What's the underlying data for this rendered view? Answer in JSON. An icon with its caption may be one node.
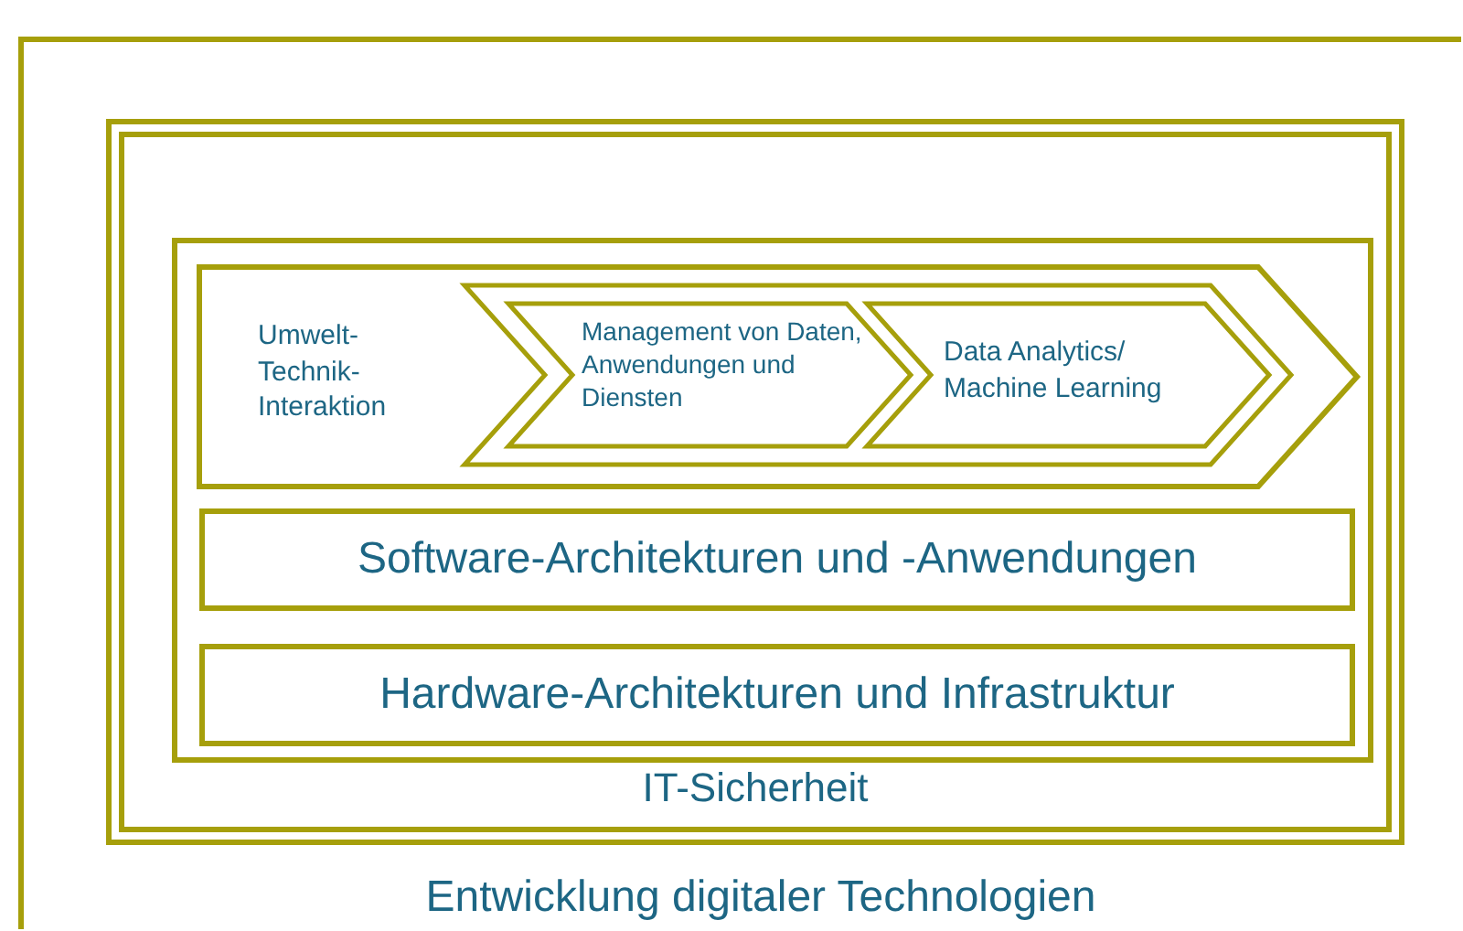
{
  "diagram": {
    "nodes": [
      {
        "text": [
          "Entwicklung digitaler Technologien"
        ]
      },
      {
        "text": [
          "IT-Sicherheit"
        ],
        "in": 0
      },
      {
        "text": [],
        "shape": "box",
        "in": 1
      },
      {
        "text": [
          "Umwelt-Technik-Interaktion"
        ],
        "in": 2
      },
      {
        "text": [],
        "shape": "chevron",
        "in": 3
      },
      {
        "text": [
          "Management von Daten, Anwendungen und Diensten"
        ],
        "in": 4
      },
      {
        "text": [
          "Data Analytics/ Machine Learning"
        ],
        "in": 4
      },
      {
        "text": [
          "Software-Architekturen und -Anwendungen"
        ],
        "in": 2
      },
      {
        "text": [
          "Hardware-Architekturen und Infrastruktur"
        ],
        "in": 2
      }
    ]
  }
}
